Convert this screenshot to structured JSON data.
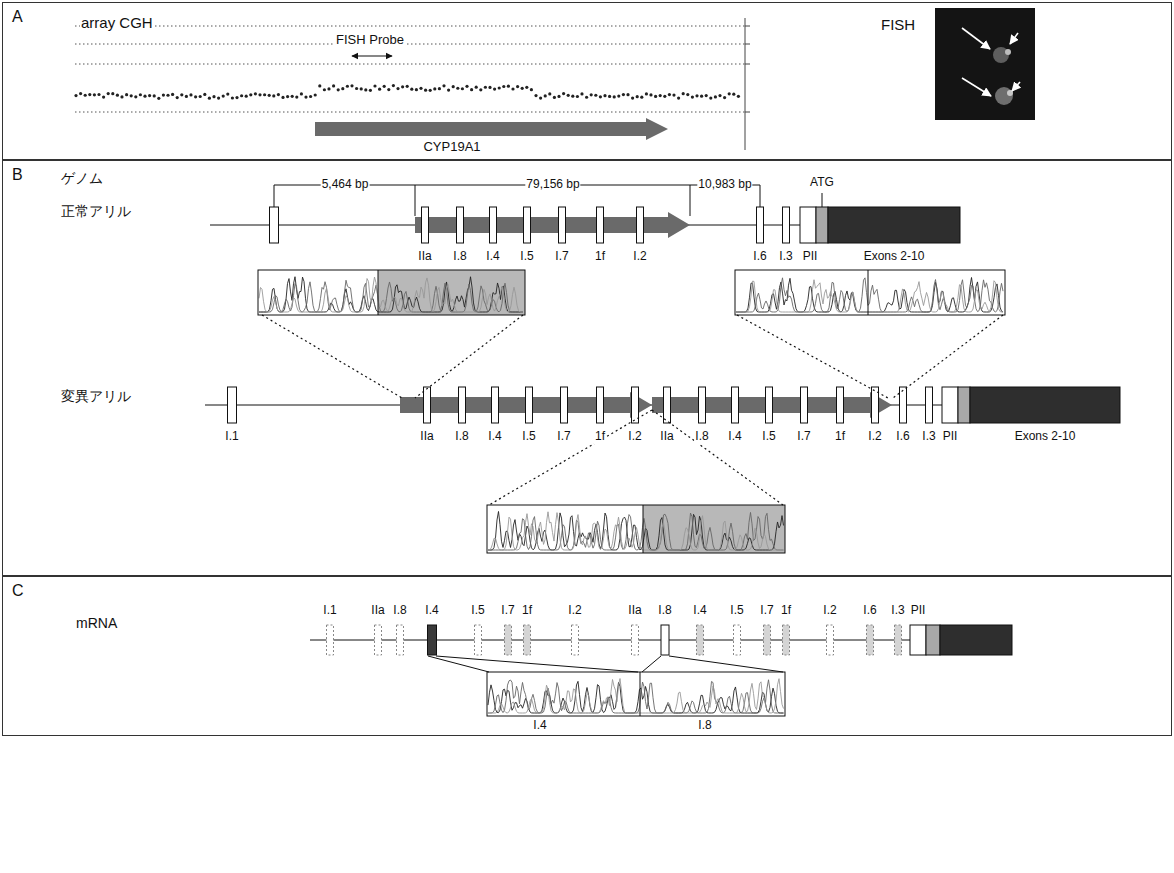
{
  "diagram": {
    "nodes": [
      {
        "text": [
          "A"
        ]
      },
      {
        "text": [
          "B"
        ]
      },
      {
        "text": [
          "C"
        ]
      }
    ],
    "labels": [
      "array CGH",
      "FISH Probe",
      "CYP19A1",
      "FISH",
      "ゲノム",
      "正常アリル",
      "5,464 bp",
      "79,156 bp",
      "10,983 bp",
      "ATG",
      "IIa",
      "I.8",
      "I.4",
      "I.5",
      "I.7",
      "1f",
      "I.2",
      "I.6",
      "I.3",
      "PII",
      "Exons 2-10",
      "変異アリル",
      "I.1",
      "IIa",
      "I.8",
      "I.4",
      "I.5",
      "I.7",
      "1f",
      "I.2",
      "IIa",
      "I.8",
      "I.4",
      "I.5",
      "I.7",
      "1f",
      "I.2",
      "I.6",
      "I.3",
      "PII",
      "Exons 2-10",
      "mRNA",
      "I.1",
      "IIa",
      "I.8",
      "I.4",
      "I.5",
      "I.7",
      "1f",
      "I.2",
      "IIa",
      "I.8",
      "I.4",
      "I.5",
      "I.7",
      "1f",
      "I.2",
      "I.6",
      "I.3",
      "PII",
      "I.4",
      "I.8"
    ]
  }
}
